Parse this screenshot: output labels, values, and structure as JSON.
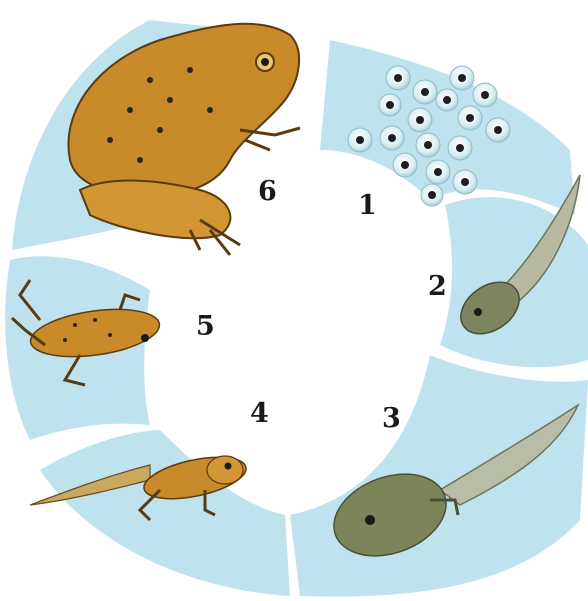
{
  "colors": {
    "water": "#bfe3ee",
    "frog": "#c98a2a",
    "frog_light": "#f0c66a",
    "tadpole": "#8a8f6a",
    "spots": "#2b2418"
  },
  "stages": [
    {
      "number": "1",
      "icon": "frog-eggs-icon"
    },
    {
      "number": "2",
      "icon": "young-tadpole-icon"
    },
    {
      "number": "3",
      "icon": "tadpole-with-legs-icon"
    },
    {
      "number": "4",
      "icon": "froglet-with-tail-icon"
    },
    {
      "number": "5",
      "icon": "young-frog-icon"
    },
    {
      "number": "6",
      "icon": "adult-frog-icon"
    }
  ]
}
